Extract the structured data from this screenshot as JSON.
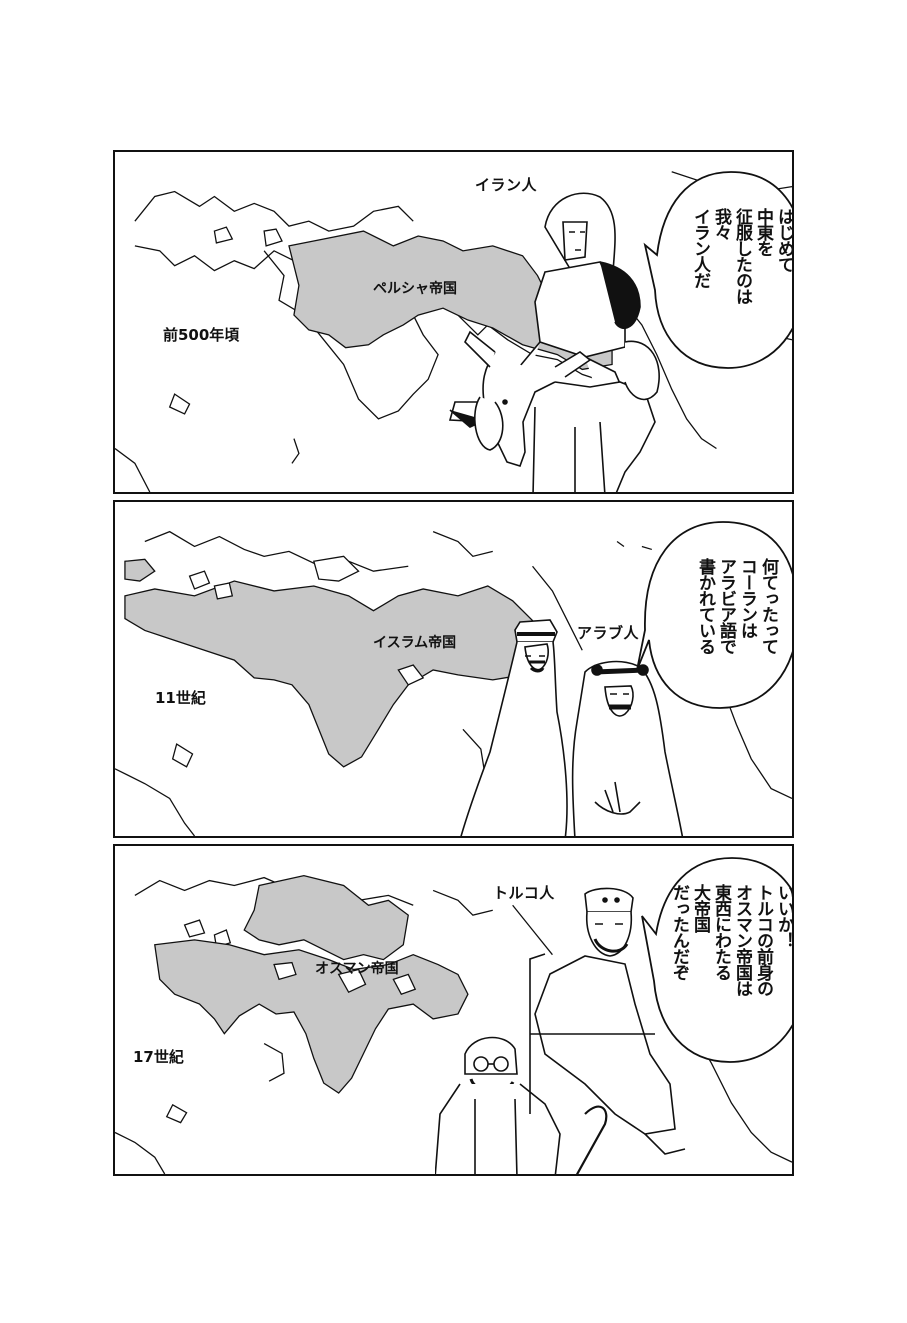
{
  "panels": [
    {
      "people_label": "イラン人",
      "empire_label": "ペルシャ帝国",
      "era_label": "前500年頃",
      "speech": "はじめて\n中東を\n征服したのは\n我々\nイラン人だ"
    },
    {
      "people_label": "アラブ人",
      "empire_label": "イスラム帝国",
      "era_label": "11世紀",
      "speech": "何てったって\nコーランは\nアラビア語で\n書かれている"
    },
    {
      "people_label": "トルコ人",
      "empire_label": "オスマン帝国",
      "era_label": "17世紀",
      "speech": "いいか！\nトルコの前身の\nオスマン帝国は\n東西にわたる\n大帝国\nだったんだぞ"
    }
  ],
  "colors": {
    "ink": "#111111",
    "empire_fill": "#c8c8c8",
    "paper": "#ffffff"
  }
}
